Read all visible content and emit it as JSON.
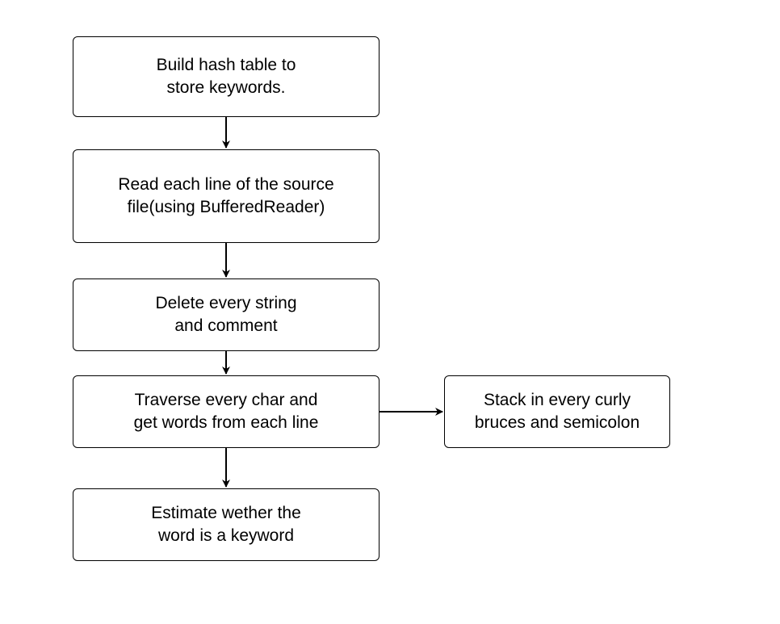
{
  "diagram": {
    "nodes": [
      {
        "id": "build-hash-table",
        "lines": [
          "Build hash table to",
          "store keywords."
        ]
      },
      {
        "id": "read-each-line",
        "lines": [
          "Read each line of the source",
          "file(using BufferedReader)"
        ]
      },
      {
        "id": "delete-strings-comments",
        "lines": [
          "Delete every string",
          "and comment"
        ]
      },
      {
        "id": "traverse-chars",
        "lines": [
          "Traverse every char and",
          "get words from each line"
        ]
      },
      {
        "id": "stack-curly-braces",
        "lines": [
          "Stack in every curly",
          "bruces and semicolon"
        ]
      },
      {
        "id": "estimate-keyword",
        "lines": [
          "Estimate wether the",
          "word is a keyword"
        ]
      }
    ],
    "edges": [
      {
        "from": "build-hash-table",
        "to": "read-each-line"
      },
      {
        "from": "read-each-line",
        "to": "delete-strings-comments"
      },
      {
        "from": "delete-strings-comments",
        "to": "traverse-chars"
      },
      {
        "from": "traverse-chars",
        "to": "stack-curly-braces"
      },
      {
        "from": "traverse-chars",
        "to": "estimate-keyword"
      }
    ],
    "colors": {
      "stroke": "#000000",
      "background": "#ffffff",
      "text": "#000000"
    }
  }
}
